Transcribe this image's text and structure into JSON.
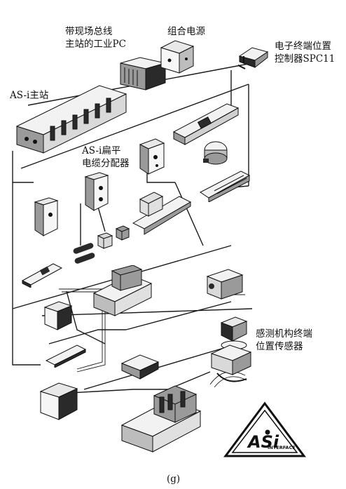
{
  "labels": {
    "pc_line1": "带现场总线",
    "pc_line2": "主站的工业PC",
    "power_supply": "组合电源",
    "spc_line1": "电子终端位置",
    "spc_line2": "控制器SPC11",
    "master": "AS-i主站",
    "flat_line1": "AS-i扁平",
    "flat_line2": "电缆分配器",
    "sensor_line1": "感测机构终端",
    "sensor_line2": "位置传感器",
    "caption": "(g)"
  },
  "logo": {
    "text": "ASi INTERFACE"
  },
  "colors": {
    "line": "#1a1a1a",
    "device_light": "#f2f2f2",
    "device_mid": "#9a9a9a",
    "device_dark": "#2a2a2a"
  }
}
